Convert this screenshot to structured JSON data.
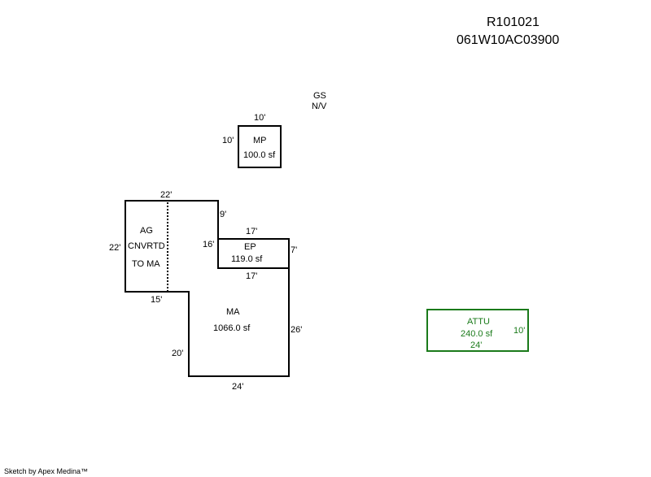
{
  "header": {
    "account": "R101021",
    "map_tax_lot": "061W10AC03900"
  },
  "garage_note": {
    "line1": "GS",
    "line2": "N/V"
  },
  "areas": {
    "mp": {
      "code": "MP",
      "area": "100.0 sf",
      "dims": {
        "top": "10'",
        "left": "10'"
      }
    },
    "ma": {
      "code": "MA",
      "area": "1066.0 sf",
      "dims": {
        "top": "22'",
        "left": "22'",
        "notch": "9'",
        "step_bottom": "15'",
        "lower_left": "20'",
        "bottom": "24'",
        "right": "26'"
      }
    },
    "ag": {
      "line1": "AG",
      "line2": "CNVRTD",
      "line3": "TO MA"
    },
    "ep": {
      "code": "EP",
      "area": "119.0 sf",
      "dims": {
        "top": "17'",
        "left": "16'",
        "right": "7'",
        "bottom": "17'"
      }
    },
    "attu": {
      "code": "ATTU",
      "area": "240.0 sf",
      "dims": {
        "bottom": "24'",
        "right": "10'"
      }
    }
  },
  "colors": {
    "outline": "#000000",
    "attu_outline": "#1a7a1a"
  },
  "footer": {
    "credit": "Sketch by Apex Medina™"
  }
}
